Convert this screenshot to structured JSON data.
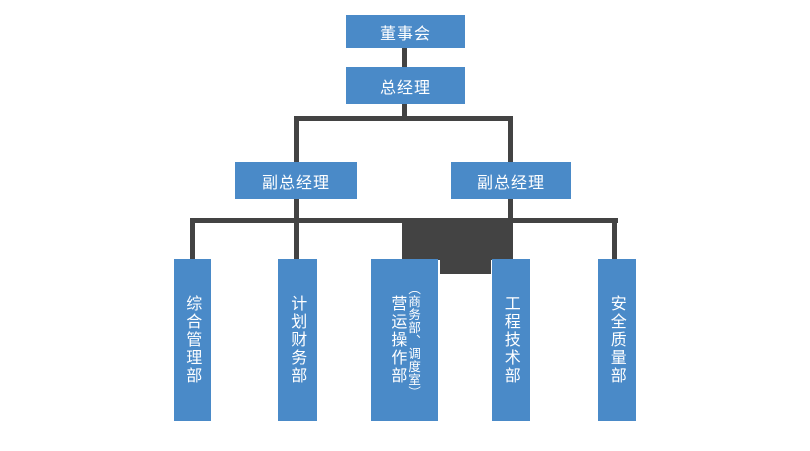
{
  "colors": {
    "background": "#ffffff",
    "node_blue": "#4a8ac8",
    "connector": "#434343",
    "node_text": "#ffffff"
  },
  "org_chart": {
    "nodes": {
      "board": "董事会",
      "general_manager": "总经理",
      "deputy_left": "副总经理",
      "deputy_right": "副总经理",
      "departments": [
        {
          "label": "综合管理部"
        },
        {
          "label": "计划财务部"
        },
        {
          "label": "营运操作部",
          "sublabel": "（商务部、调度室）"
        },
        {
          "label": "工程技术部"
        },
        {
          "label": "安全质量部"
        }
      ]
    }
  }
}
